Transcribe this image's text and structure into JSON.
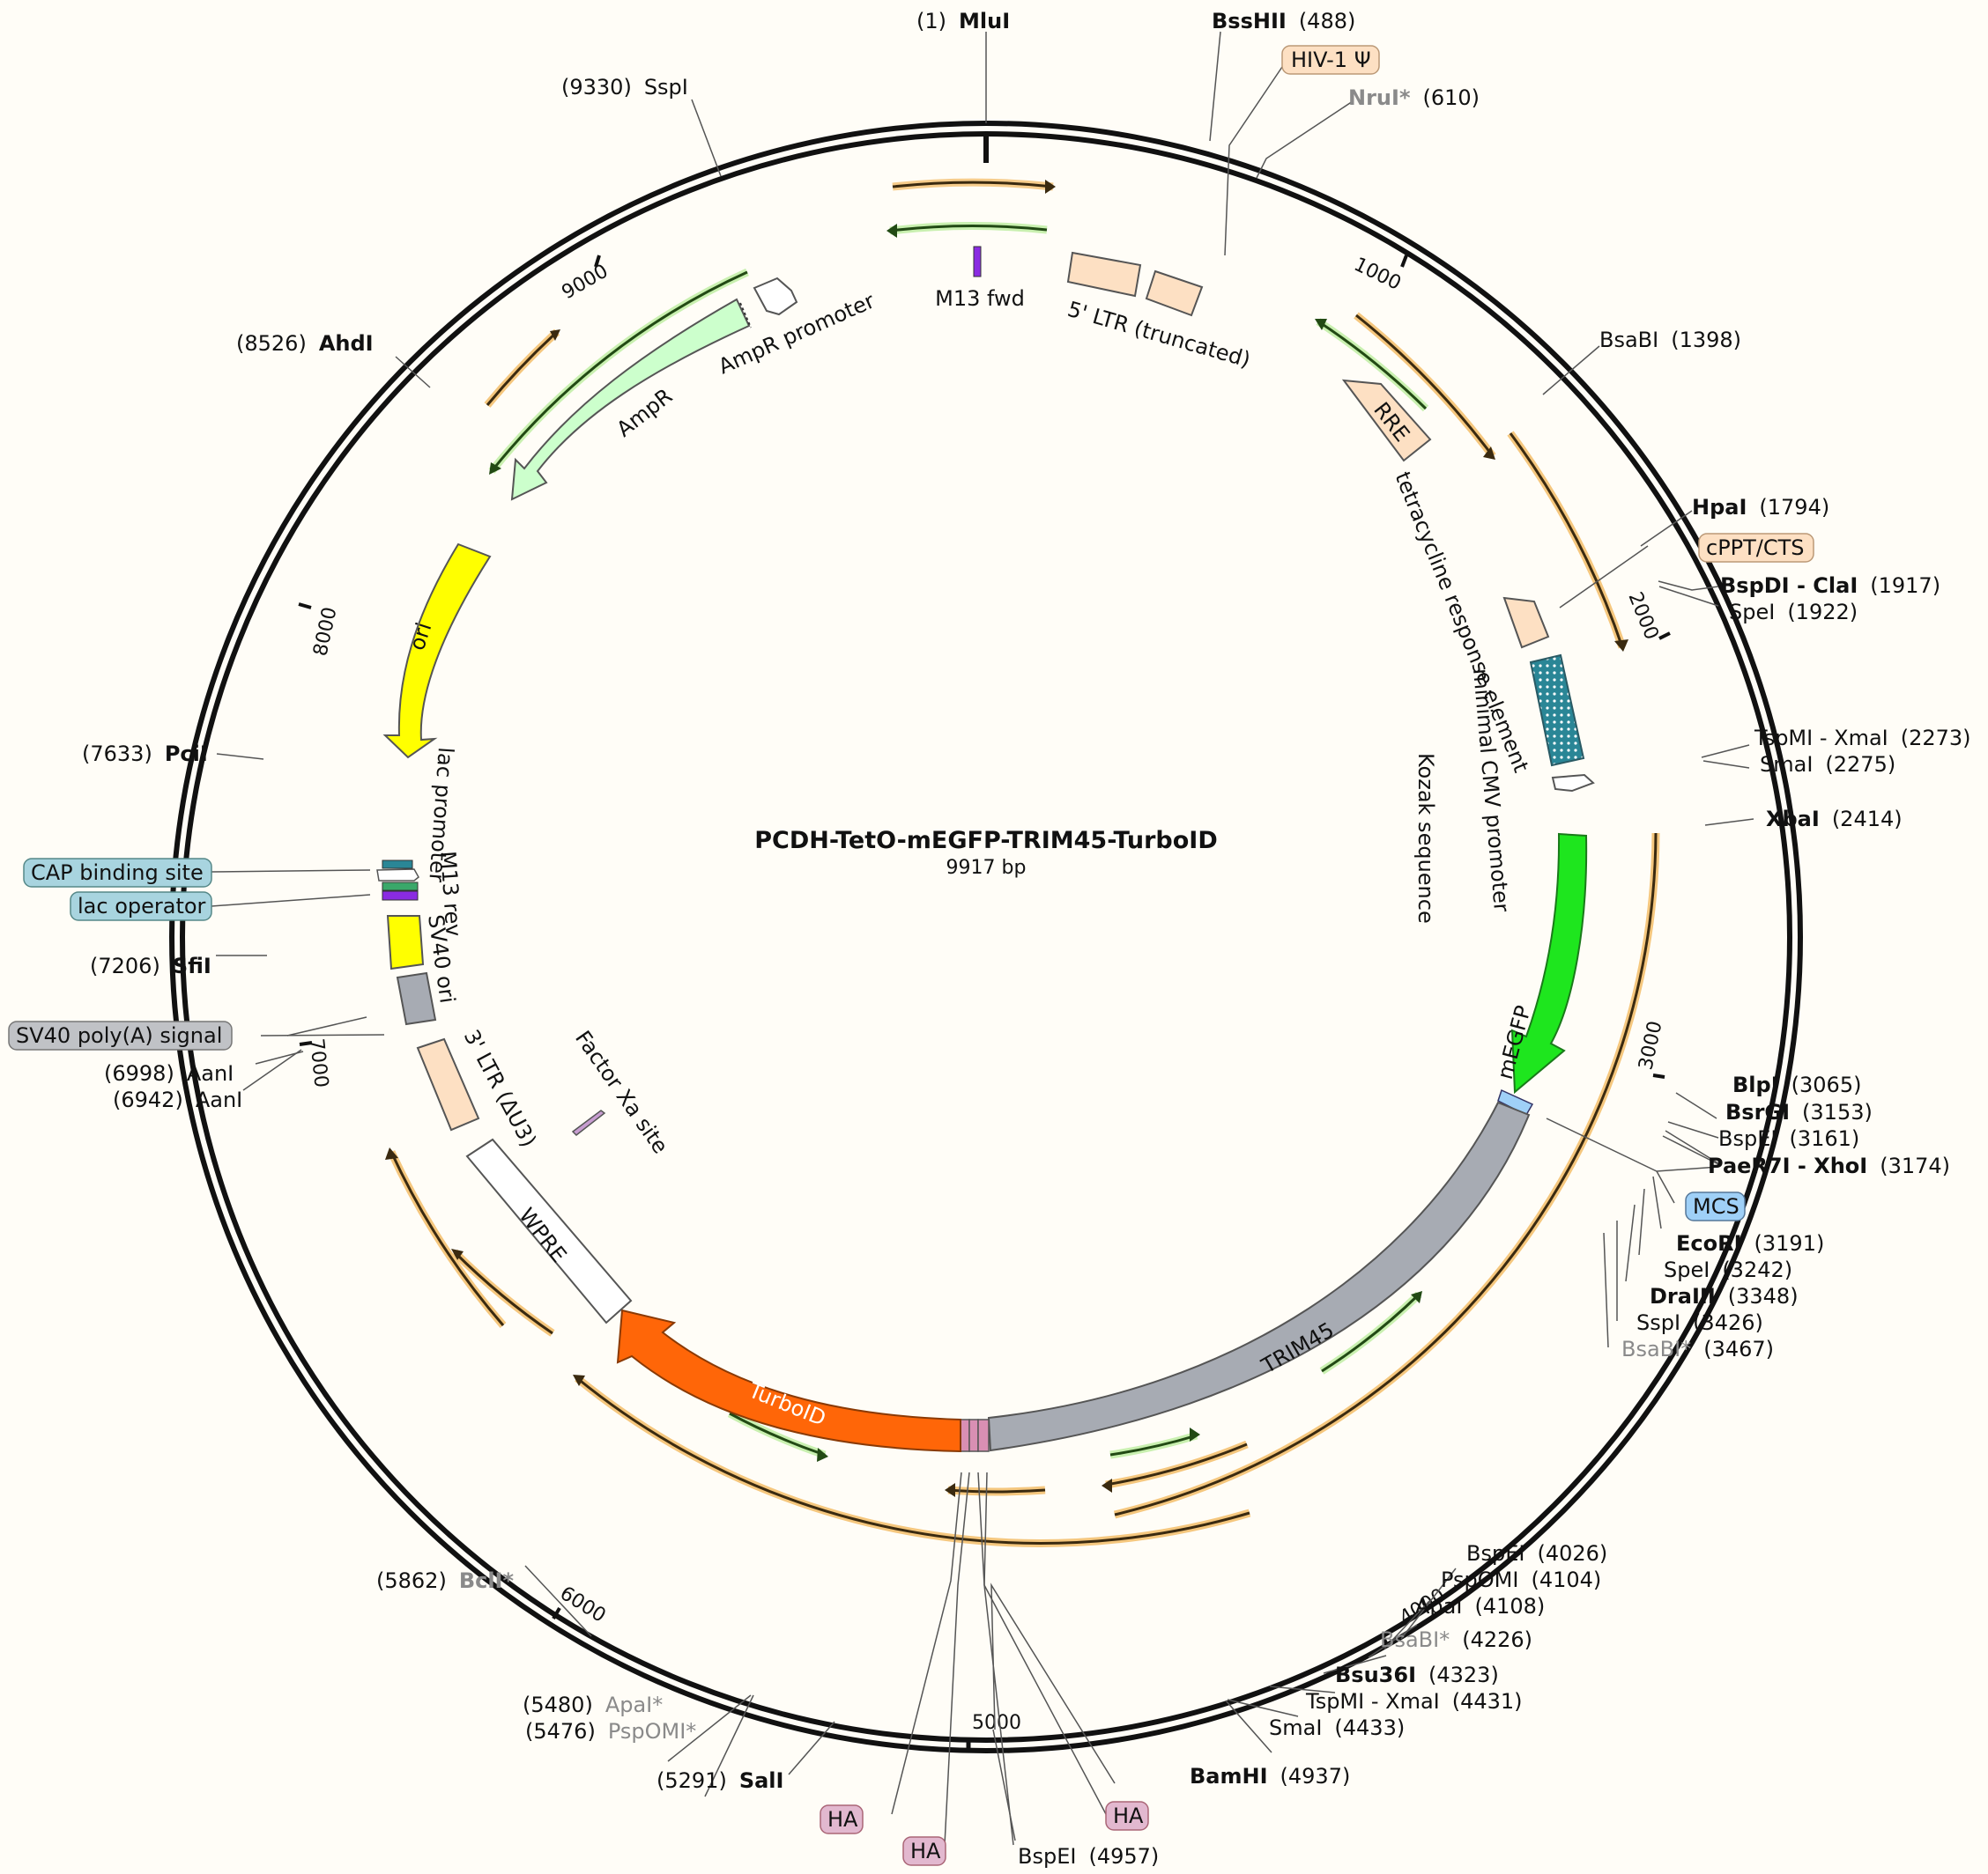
{
  "plasmid": {
    "name": "PCDH-TetO-mEGFP-TRIM45-TurboID",
    "length_label": "9917 bp",
    "length": 9917
  },
  "ticks": [
    "1000",
    "2000",
    "3000",
    "4000",
    "5000",
    "6000",
    "7000",
    "8000",
    "9000"
  ],
  "sites": [
    {
      "pos": "(1)",
      "name": "MluI",
      "bold": true,
      "gray": false
    },
    {
      "pos": "(488)",
      "name": "BssHII",
      "bold": true,
      "gray": false
    },
    {
      "pos": "(610)",
      "name": "NruI*",
      "bold": true,
      "gray": true
    },
    {
      "pos": "(1398)",
      "name": "BsaBI",
      "bold": false,
      "gray": false
    },
    {
      "pos": "(1794)",
      "name": "HpaI",
      "bold": true,
      "gray": false
    },
    {
      "pos": "(1917)",
      "name": "BspDI - ClaI",
      "bold": true,
      "gray": false
    },
    {
      "pos": "(1922)",
      "name": "SpeI",
      "bold": false,
      "gray": false
    },
    {
      "pos": "(2273)",
      "name": "TspMI - XmaI",
      "bold": false,
      "gray": false
    },
    {
      "pos": "(2275)",
      "name": "SmaI",
      "bold": false,
      "gray": false
    },
    {
      "pos": "(2414)",
      "name": "XbaI",
      "bold": true,
      "gray": false
    },
    {
      "pos": "(3065)",
      "name": "BlpI",
      "bold": true,
      "gray": false
    },
    {
      "pos": "(3153)",
      "name": "BsrGI",
      "bold": true,
      "gray": false
    },
    {
      "pos": "(3161)",
      "name": "BspEI",
      "bold": false,
      "gray": false
    },
    {
      "pos": "(3174)",
      "name": "PaeR7I - XhoI",
      "bold": true,
      "gray": false
    },
    {
      "pos": "(3191)",
      "name": "EcoRI",
      "bold": true,
      "gray": false
    },
    {
      "pos": "(3242)",
      "name": "SpeI",
      "bold": false,
      "gray": false
    },
    {
      "pos": "(3348)",
      "name": "DraIII",
      "bold": true,
      "gray": false
    },
    {
      "pos": "(3426)",
      "name": "SspI",
      "bold": false,
      "gray": false
    },
    {
      "pos": "(3467)",
      "name": "BsaBI*",
      "bold": false,
      "gray": true
    },
    {
      "pos": "(4026)",
      "name": "BspEI",
      "bold": false,
      "gray": false
    },
    {
      "pos": "(4104)",
      "name": "PspOMI",
      "bold": false,
      "gray": false
    },
    {
      "pos": "(4108)",
      "name": "ApaI",
      "bold": false,
      "gray": false
    },
    {
      "pos": "(4226)",
      "name": "BsaBI*",
      "bold": false,
      "gray": true
    },
    {
      "pos": "(4323)",
      "name": "Bsu36I",
      "bold": true,
      "gray": false
    },
    {
      "pos": "(4431)",
      "name": "TspMI - XmaI",
      "bold": false,
      "gray": false
    },
    {
      "pos": "(4433)",
      "name": "SmaI",
      "bold": false,
      "gray": false
    },
    {
      "pos": "(4937)",
      "name": "BamHI",
      "bold": true,
      "gray": false
    },
    {
      "pos": "(4957)",
      "name": "BspEI",
      "bold": false,
      "gray": false
    },
    {
      "pos": "(5291)",
      "name": "SalI",
      "bold": true,
      "gray": false
    },
    {
      "pos": "(5476)",
      "name": "PspOMI*",
      "bold": false,
      "gray": true
    },
    {
      "pos": "(5480)",
      "name": "ApaI*",
      "bold": false,
      "gray": true
    },
    {
      "pos": "(5862)",
      "name": "BclI*",
      "bold": true,
      "gray": true
    },
    {
      "pos": "(6942)",
      "name": "AanI",
      "bold": false,
      "gray": false
    },
    {
      "pos": "(6998)",
      "name": "AanI",
      "bold": false,
      "gray": false
    },
    {
      "pos": "(7206)",
      "name": "SfiI",
      "bold": true,
      "gray": false
    },
    {
      "pos": "(7633)",
      "name": "PciI",
      "bold": true,
      "gray": false
    },
    {
      "pos": "(8526)",
      "name": "AhdI",
      "bold": true,
      "gray": false
    },
    {
      "pos": "(9330)",
      "name": "SspI",
      "bold": false,
      "gray": false
    }
  ],
  "boxed_labels": [
    {
      "text": "HIV-1 Ψ",
      "color": "#fde0c3"
    },
    {
      "text": "cPPT/CTS",
      "color": "#fde0c3"
    },
    {
      "text": "MCS",
      "color": "#9fd0f7"
    },
    {
      "text": "CAP binding site",
      "color": "#a8d4df"
    },
    {
      "text": "lac operator",
      "color": "#a8d4df"
    },
    {
      "text": "SV40 poly(A) signal",
      "color": "#c0c2c6"
    },
    {
      "text": "HA",
      "color": "#e2b8cf"
    },
    {
      "text": "HA",
      "color": "#e2b8cf"
    },
    {
      "text": "HA",
      "color": "#e2b8cf"
    }
  ],
  "features": [
    {
      "name": "M13 fwd"
    },
    {
      "name": "5' LTR (truncated)"
    },
    {
      "name": "RRE"
    },
    {
      "name": "tetracycline response element"
    },
    {
      "name": "minimal CMV promoter"
    },
    {
      "name": "Kozak sequence"
    },
    {
      "name": "mEGFP"
    },
    {
      "name": "TRIM45"
    },
    {
      "name": "TurboID"
    },
    {
      "name": "WPRE"
    },
    {
      "name": "Factor Xa site"
    },
    {
      "name": "3' LTR (ΔU3)"
    },
    {
      "name": "SV40 ori"
    },
    {
      "name": "M13 rev"
    },
    {
      "name": "lac promoter"
    },
    {
      "name": "ori"
    },
    {
      "name": "AmpR"
    },
    {
      "name": "AmpR promoter"
    }
  ],
  "colors": {
    "backbone": "#111111",
    "orf_fill": "#f5c77e",
    "orf_stroke": "#3a2a10",
    "green_orf": "#c9f0b0",
    "mEGFP": "#1ee61e",
    "TRIM45": "#a7abb3",
    "TurboID": "#ff6608",
    "WPRE": "#ffffff",
    "ori": "#ffff00",
    "AmpR": "#ccffcc",
    "LTR": "#fde0c3",
    "TRE": "#2a8696",
    "HA": "#d98fb3"
  }
}
